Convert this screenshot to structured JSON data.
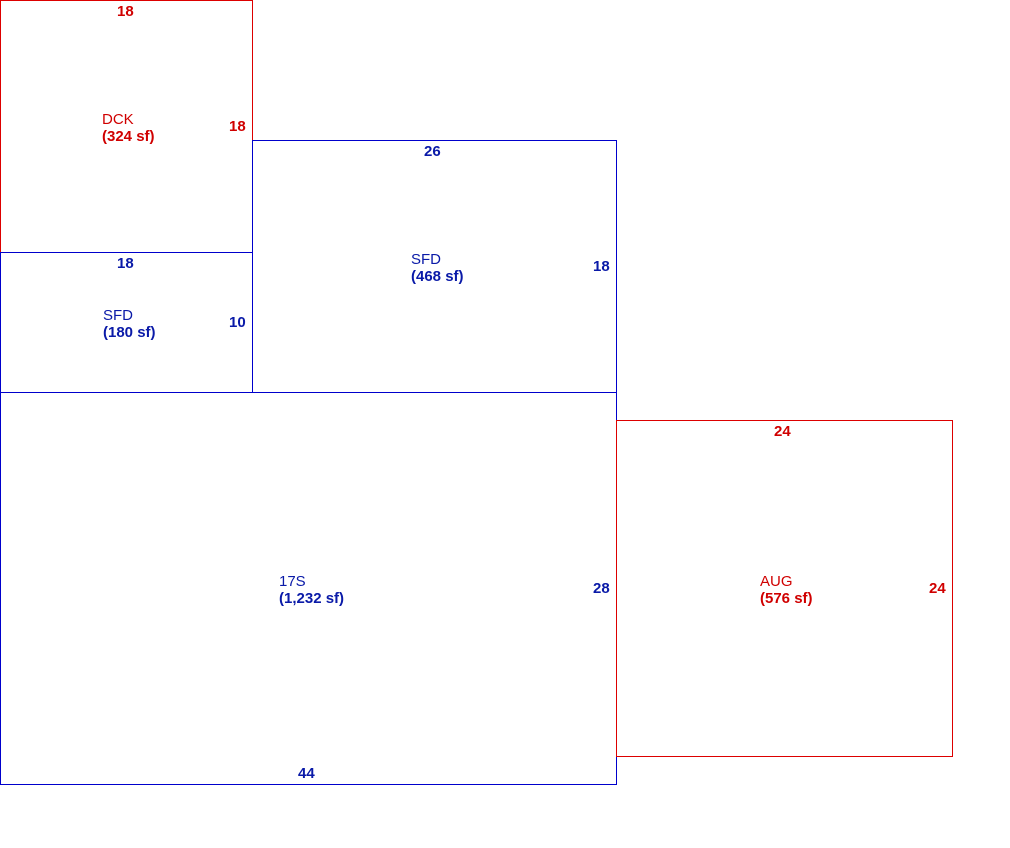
{
  "areas": {
    "dck": {
      "code": "DCK",
      "area": "(324 sf)",
      "top_dim": "18",
      "side_dim": "18"
    },
    "sfd_small": {
      "code": "SFD",
      "area": "(180 sf)",
      "top_dim": "18",
      "side_dim": "10"
    },
    "sfd_large": {
      "code": "SFD",
      "area": "(468 sf)",
      "top_dim": "26",
      "side_dim": "18"
    },
    "main_17s": {
      "code": "17S",
      "area": "(1,232 sf)",
      "side_dim": "28",
      "bottom_dim": "44"
    },
    "aug": {
      "code": "AUG",
      "area": "(576 sf)",
      "top_dim": "24",
      "side_dim": "24"
    }
  },
  "colors": {
    "blue": "#0000cc",
    "red": "#dd0000"
  }
}
